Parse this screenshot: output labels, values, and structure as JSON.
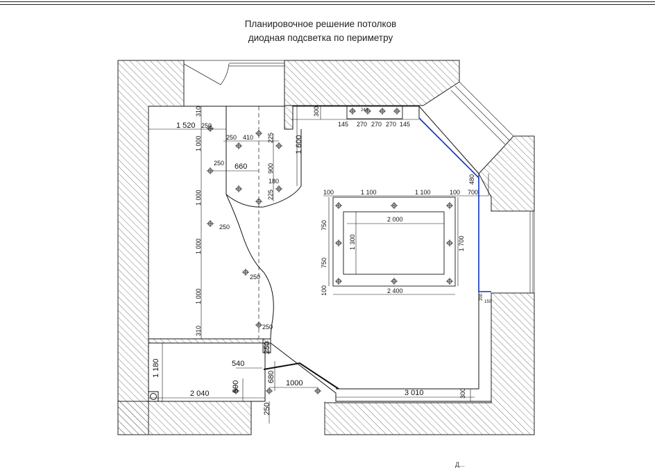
{
  "title": {
    "line1": "Планировочное решение потолков",
    "line2": "диодная подсветка по периметру"
  },
  "colors": {
    "wall_hatch": "#555555",
    "line": "#111111",
    "led_strip": "#1030c0",
    "background": "#ffffff"
  },
  "dimensions": {
    "d1520": "1 520",
    "d250a": "250",
    "d310a": "310",
    "d250b": "250",
    "d410": "410",
    "d225a": "225",
    "d1000a": "1 000",
    "d250c": "250",
    "d660": "660",
    "d900": "900",
    "d1600": "1 600",
    "d180": "180",
    "d225b": "225",
    "d1000b": "1 000",
    "d250d": "250",
    "d1000c": "1 000",
    "d250e": "250",
    "d1000d": "1 000",
    "d310b": "310",
    "d250f": "250",
    "d300a": "300",
    "d240": "240",
    "d145a": "145",
    "d270a": "270",
    "d270b": "270",
    "d270c": "270",
    "d145b": "145",
    "d480": "480",
    "d100a": "100",
    "d1100a": "1 100",
    "d1100b": "1 100",
    "d100b": "100",
    "d700": "700",
    "d2000": "2 000",
    "d750a": "750",
    "d1300": "1 300",
    "d1700": "1 700",
    "d750b": "750",
    "d100c": "100",
    "d2400": "2 400",
    "d200": "200",
    "d150": "150",
    "d1180": "1 180",
    "d540": "540",
    "d250g": "250",
    "d680": "680",
    "d590": "590",
    "d1000e": "1000",
    "d2040": "2 040",
    "d250h": "250",
    "d3010": "3 010",
    "d300b": "300"
  },
  "corner_text": "Д..."
}
